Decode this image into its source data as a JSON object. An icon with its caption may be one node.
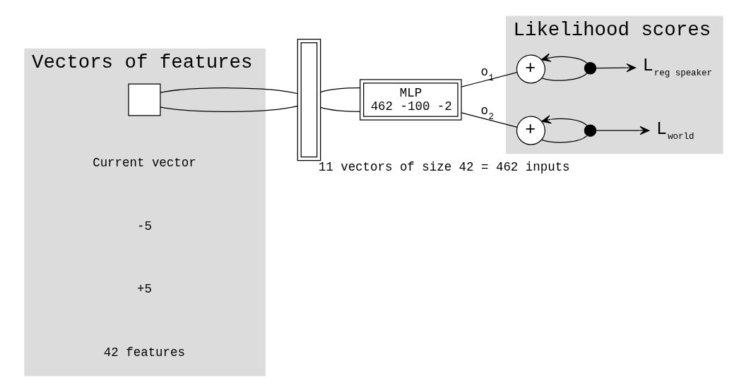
{
  "diagram": {
    "nodes": [
      {
        "text": [
          "Vectors of features"
        ]
      },
      {
        "text": [],
        "shape": "box",
        "in": 0
      },
      {
        "text": [],
        "shape": "bar",
        "beside": [
          "11 vectors of size 42 = 462 inputs"
        ]
      },
      {
        "text": [
          "MLP",
          "462 -100 -2"
        ]
      },
      {
        "text": [
          "Likelihood scores"
        ]
      },
      {
        "text": [
          "+"
        ],
        "in": 4
      },
      {
        "text": [],
        "shape": "circle",
        "in": 4
      },
      {
        "text": [
          "L$_{reg speaker}$"
        ],
        "in": 4
      },
      {
        "text": [
          "+"
        ],
        "in": 4
      },
      {
        "text": [],
        "shape": "circle",
        "in": 4
      },
      {
        "text": [
          "L$_{world}$"
        ],
        "in": 4
      }
    ],
    "edges": [
      {
        "from": 1,
        "to": 2,
        "arrow": "none"
      },
      {
        "from": 1,
        "to": 2,
        "arrow": "none"
      },
      {
        "from": 2,
        "to": 3,
        "arrow": "none"
      },
      {
        "from": 2,
        "to": 3,
        "arrow": "none"
      },
      {
        "from": 3,
        "to": 5,
        "arrow": "none",
        "label": "o$_{1}$"
      },
      {
        "from": 5,
        "to": 6,
        "arrow": "none"
      },
      {
        "from": 6,
        "to": 7,
        "arrow": "to"
      },
      {
        "from": 6,
        "to": 5,
        "arrow": "to"
      },
      {
        "from": 3,
        "to": 8,
        "arrow": "none",
        "label": "o$_{2}$"
      },
      {
        "from": 8,
        "to": 9,
        "arrow": "none"
      },
      {
        "from": 9,
        "to": 10,
        "arrow": "to"
      },
      {
        "from": 9,
        "to": 8,
        "arrow": "to"
      }
    ],
    "labels": [
      "Current vector",
      "-5",
      "+5",
      "42 features"
    ]
  }
}
